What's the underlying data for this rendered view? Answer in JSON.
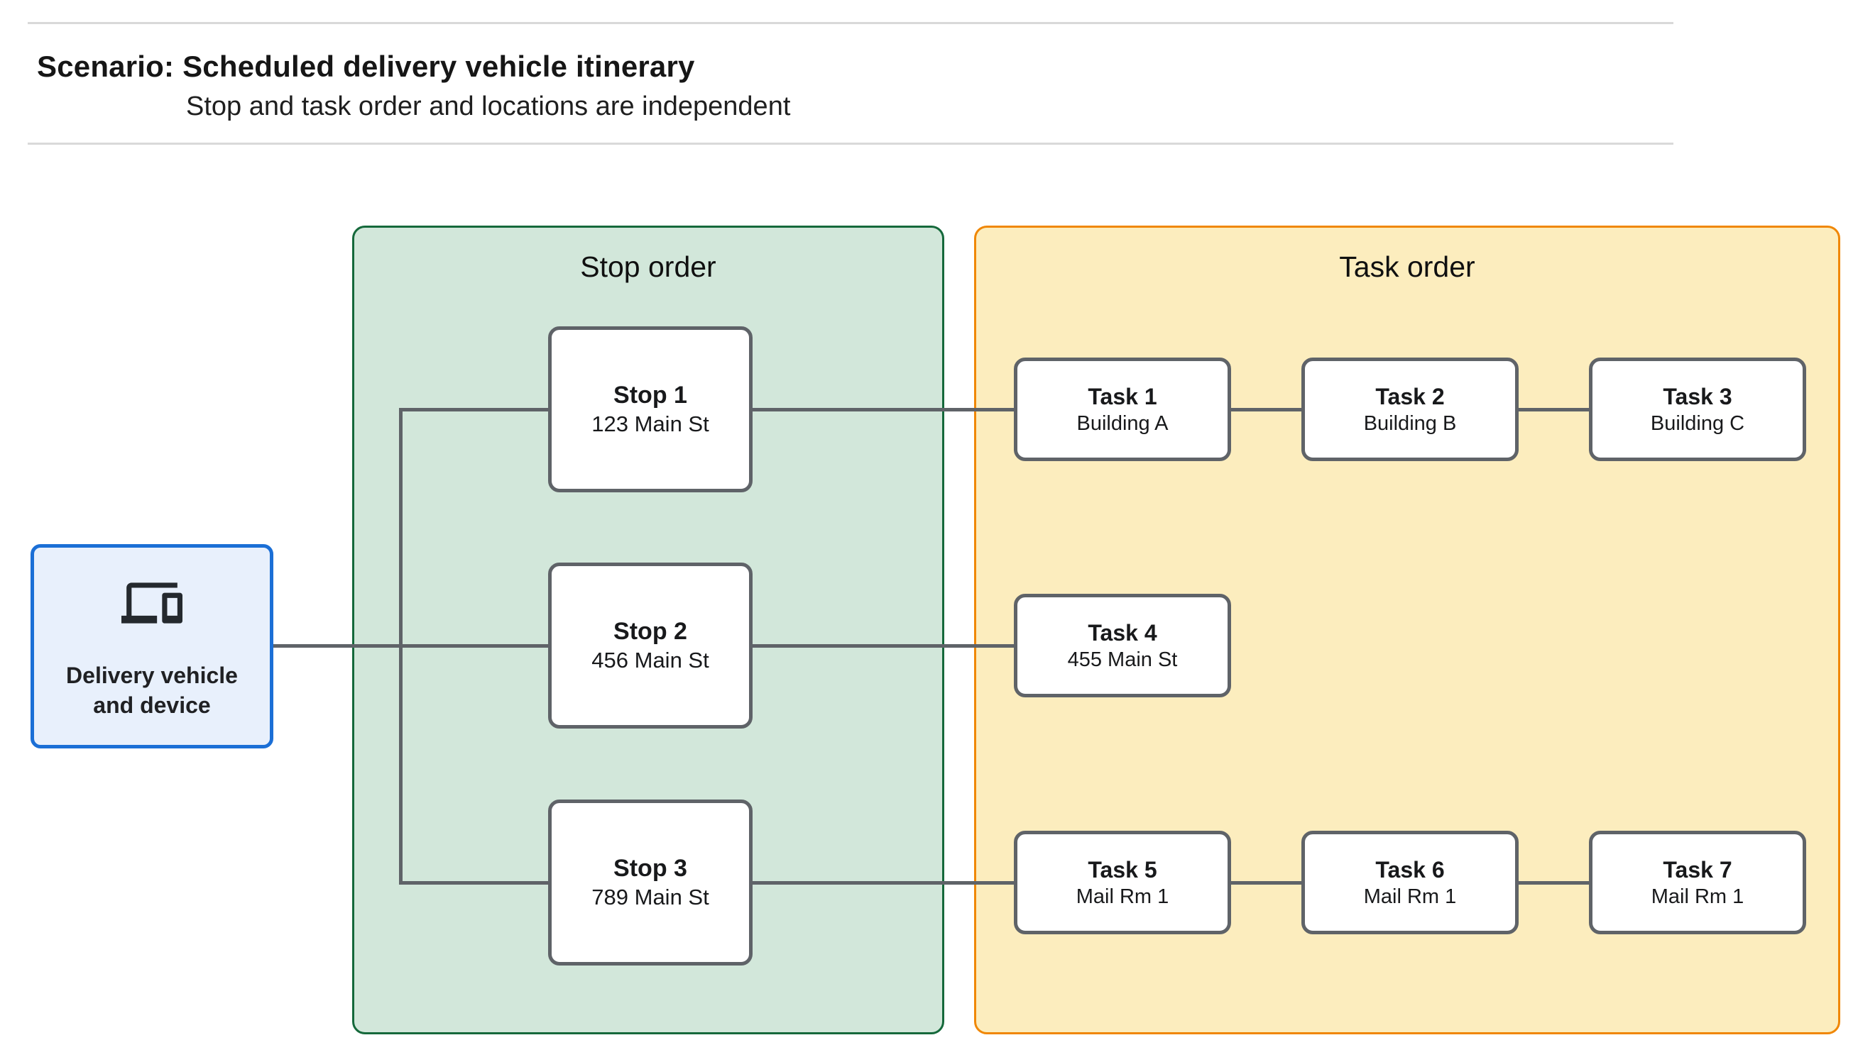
{
  "header": {
    "title": "Scenario: Scheduled delivery vehicle itinerary",
    "subtitle": "Stop and task order and locations are independent"
  },
  "vehicle": {
    "icon": "devices-icon",
    "label_line1": "Delivery vehicle",
    "label_line2": "and device"
  },
  "stop_panel": {
    "title": "Stop order",
    "stops": [
      {
        "title": "Stop 1",
        "location": "123 Main St"
      },
      {
        "title": "Stop 2",
        "location": "456 Main St"
      },
      {
        "title": "Stop 3",
        "location": "789 Main St"
      }
    ]
  },
  "task_panel": {
    "title": "Task order",
    "rows": [
      {
        "tasks": [
          {
            "title": "Task 1",
            "location": "Building A"
          },
          {
            "title": "Task 2",
            "location": "Building B"
          },
          {
            "title": "Task 3",
            "location": "Building C"
          }
        ]
      },
      {
        "tasks": [
          {
            "title": "Task 4",
            "location": "455 Main St"
          }
        ]
      },
      {
        "tasks": [
          {
            "title": "Task 5",
            "location": "Mail Rm 1"
          },
          {
            "title": "Task 6",
            "location": "Mail Rm 1"
          },
          {
            "title": "Task 7",
            "location": "Mail Rm 1"
          }
        ]
      }
    ]
  },
  "colors": {
    "page_bg": "#ffffff",
    "divider_gray": "#d9d9d9",
    "accent_blue": "#1b6fd6",
    "blue_fill": "#e8f0fc",
    "green_border": "#15693b",
    "green_fill": "#d2e7da",
    "orange_border": "#f08705",
    "orange_fill": "#fcedbe",
    "connector_gray": "#5f6368",
    "node_border_gray": "#5f6368",
    "text_dark": "#1f1f1f"
  }
}
